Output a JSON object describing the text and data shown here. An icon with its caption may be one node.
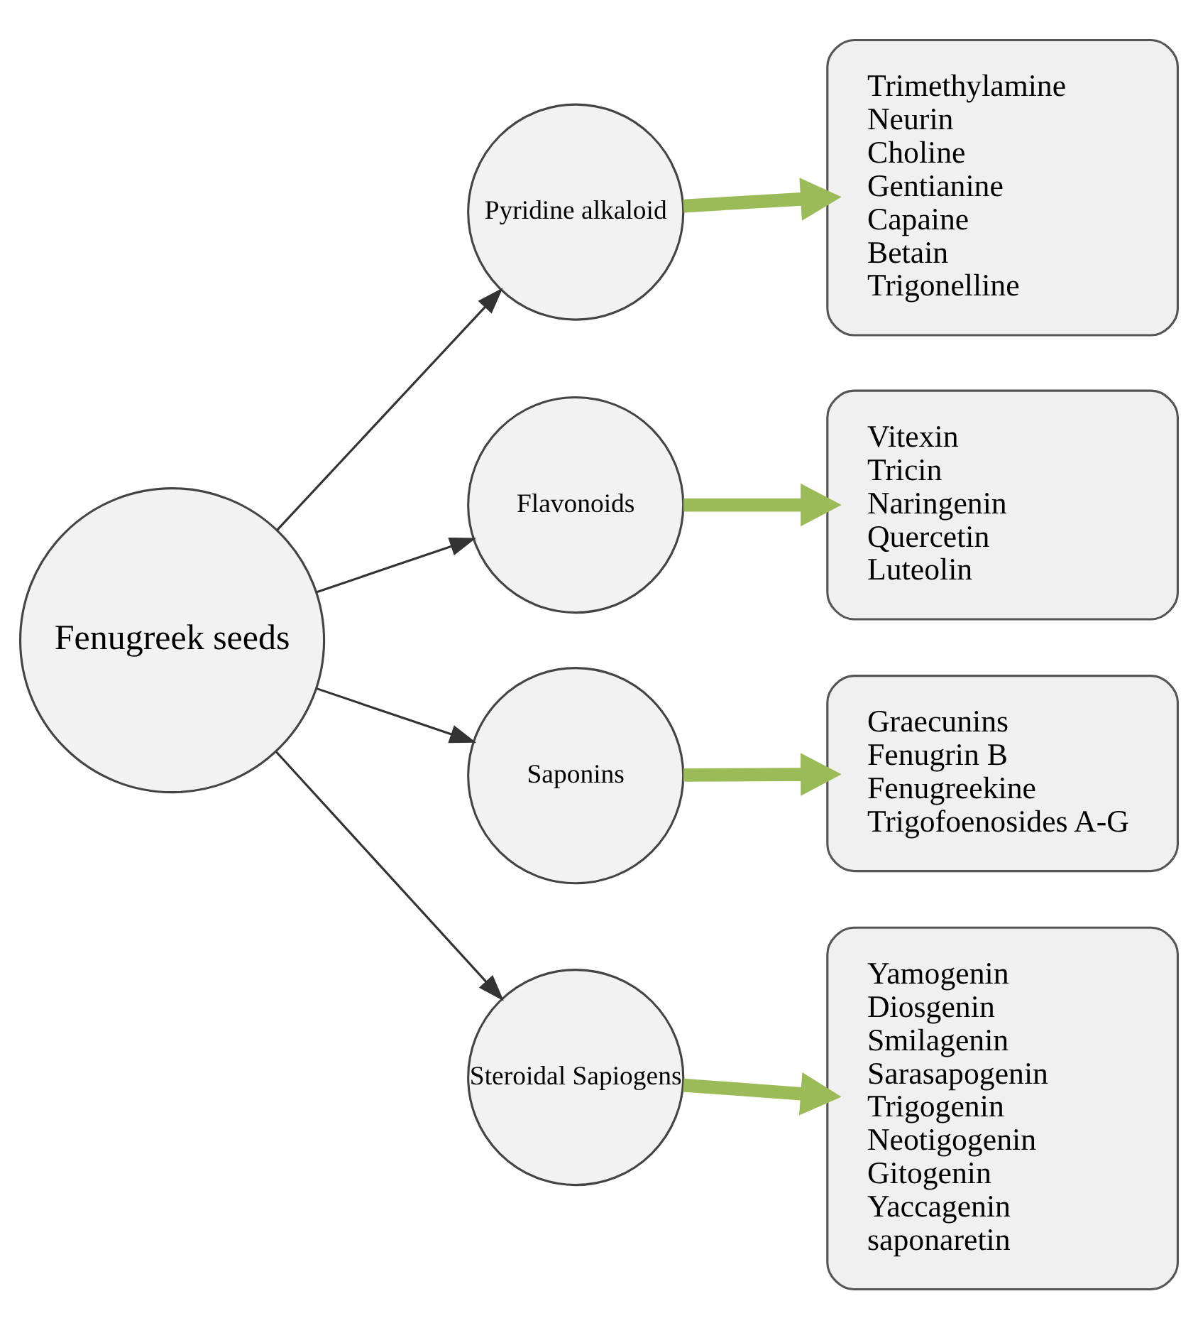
{
  "diagram": {
    "nodes": [
      {
        "text": [
          "Fenugreek seeds"
        ]
      },
      {
        "text": [
          "Pyridine alkaloid"
        ]
      },
      {
        "text": [
          "Flavonoids"
        ]
      },
      {
        "text": [
          "Saponins"
        ]
      },
      {
        "text": [
          "Steroidal Sapiogens"
        ]
      },
      {
        "text": [
          "Trimethylamine",
          "Neurin",
          "Choline",
          "Gentianine",
          "Capaine",
          "Betain",
          "Trigonelline"
        ]
      },
      {
        "text": [
          "Vitexin",
          "Tricin",
          "Naringenin",
          "Quercetin",
          "Luteolin"
        ]
      },
      {
        "text": [
          "Graecunins",
          "Fenugrin B",
          "Fenugreekine",
          "Trigofoenosides A-G"
        ]
      },
      {
        "text": [
          "Yamogenin",
          "Diosgenin",
          "Smilagenin",
          "Sarasapogenin",
          "Trigogenin",
          "Neotigogenin",
          "Gitogenin",
          "Yaccagenin",
          "saponaretin"
        ]
      }
    ],
    "edges": [
      {
        "from": 0,
        "to": 1,
        "arrow": "to"
      },
      {
        "from": 0,
        "to": 2,
        "arrow": "to"
      },
      {
        "from": 0,
        "to": 3,
        "arrow": "to"
      },
      {
        "from": 0,
        "to": 4,
        "arrow": "to"
      },
      {
        "from": 1,
        "to": 5,
        "arrow": "to",
        "style": "thick",
        "color": "#9bbb59"
      },
      {
        "from": 2,
        "to": 6,
        "arrow": "to",
        "style": "thick",
        "color": "#9bbb59"
      },
      {
        "from": 3,
        "to": 7,
        "arrow": "to",
        "style": "thick",
        "color": "#9bbb59"
      },
      {
        "from": 4,
        "to": 8,
        "arrow": "to",
        "style": "thick",
        "color": "#9bbb59"
      }
    ]
  }
}
